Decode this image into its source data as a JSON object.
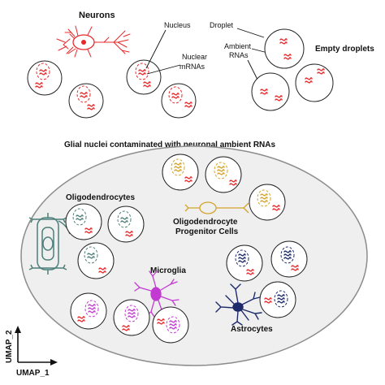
{
  "colors": {
    "neuron": "#e8292b",
    "ambient_rna": "#e8292b",
    "oligodendrocyte": "#4e7f7a",
    "opc": "#d4a32a",
    "microglia": "#c23ad1",
    "astrocyte": "#1c2a6b",
    "outline": "#222222",
    "glial_ellipse_fill": "#efefef",
    "glial_ellipse_stroke": "#8c8c8c"
  },
  "labels": {
    "neurons": "Neurons",
    "nucleus": "Nucleus",
    "nuclear_mrnas_line1": "Nuclear",
    "nuclear_mrnas_line2": "mRNAs",
    "droplet": "Droplet",
    "ambient_rnas_line1": "Ambient",
    "ambient_rnas_line2": "RNAs",
    "empty_droplets": "Empty droplets",
    "glial_heading": "Glial nuclei contaminated with neuronal ambient RNAs",
    "oligodendrocytes": "Oligodendrocytes",
    "opc_line1": "Oligodendrocyte",
    "opc_line2": "Progenitor Cells",
    "microglia": "Microglia",
    "astrocytes": "Astrocytes",
    "umap_x": "UMAP_1",
    "umap_y": "UMAP_2"
  },
  "icons": [
    "neuron-icon",
    "oligodendrocyte-icon",
    "opc-icon",
    "microglia-icon",
    "astrocyte-icon",
    "umap-axes-icon"
  ]
}
